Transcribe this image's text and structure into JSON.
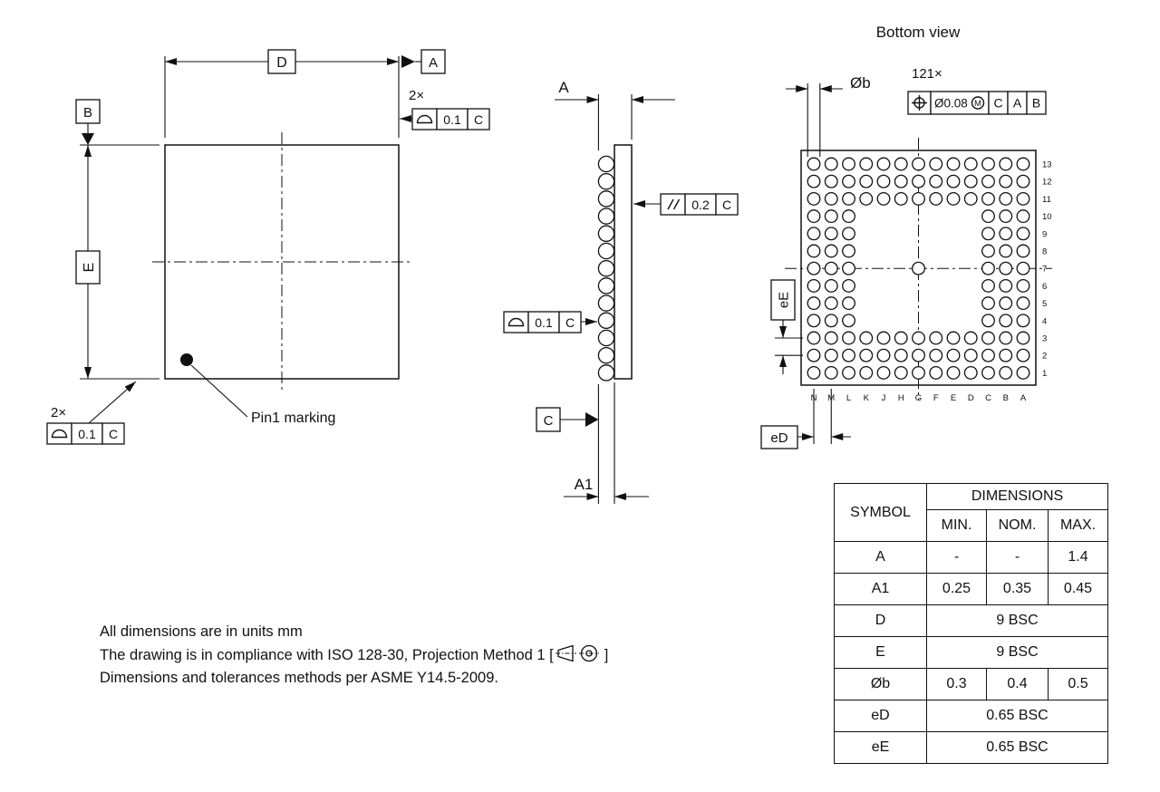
{
  "top_view": {
    "dim_d": "D",
    "dim_e": "E",
    "datum_a": "A",
    "datum_b": "B",
    "count_label_top": "2×",
    "count_label_bottom": "2×",
    "fcf_top": {
      "symbol": "profile-of-surface",
      "tolerance": "0.1",
      "datum": "C"
    },
    "fcf_bottom": {
      "symbol": "profile-of-surface",
      "tolerance": "0.1",
      "datum": "C"
    },
    "pin1_label": "Pin1 marking"
  },
  "side_view": {
    "dim_a": "A",
    "dim_a1": "A1",
    "datum_c": "C",
    "fcf_parallelism": {
      "symbol": "parallelism",
      "tolerance": "0.2",
      "datum": "C"
    },
    "fcf_profile": {
      "symbol": "profile-of-surface",
      "tolerance": "0.1",
      "datum": "C"
    },
    "ball_count": 13
  },
  "bottom_view": {
    "title": "Bottom view",
    "ball_count_label": "121×",
    "ball_diameter_label": "Øb",
    "fcf_position": {
      "symbol": "position",
      "tolerance": "Ø0.08",
      "modifier": "M",
      "datum_1": "C",
      "datum_2": "A",
      "datum_3": "B"
    },
    "pitch_vertical_label": "eE",
    "pitch_horizontal_label": "eD",
    "row_labels": [
      "13",
      "12",
      "11",
      "10",
      "9",
      "8",
      "7",
      "6",
      "5",
      "4",
      "3",
      "2",
      "1"
    ],
    "column_labels": [
      "N",
      "M",
      "L",
      "K",
      "J",
      "H",
      "G",
      "F",
      "E",
      "D",
      "C",
      "B",
      "A"
    ],
    "ball_map": [
      {
        "row": 13,
        "columns": [
          "N",
          "M",
          "L",
          "K",
          "J",
          "H",
          "G",
          "F",
          "E",
          "D",
          "C",
          "B",
          "A"
        ]
      },
      {
        "row": 12,
        "columns": [
          "N",
          "M",
          "L",
          "K",
          "J",
          "H",
          "G",
          "F",
          "E",
          "D",
          "C",
          "B",
          "A"
        ]
      },
      {
        "row": 11,
        "columns": [
          "N",
          "M",
          "L",
          "K",
          "J",
          "H",
          "G",
          "F",
          "E",
          "D",
          "C",
          "B",
          "A"
        ]
      },
      {
        "row": 10,
        "columns": [
          "N",
          "M",
          "L",
          "C",
          "B",
          "A"
        ]
      },
      {
        "row": 9,
        "columns": [
          "N",
          "M",
          "L",
          "C",
          "B",
          "A"
        ]
      },
      {
        "row": 8,
        "columns": [
          "N",
          "M",
          "L",
          "C",
          "B",
          "A"
        ]
      },
      {
        "row": 7,
        "columns": [
          "N",
          "M",
          "L",
          "G",
          "C",
          "B",
          "A"
        ]
      },
      {
        "row": 6,
        "columns": [
          "N",
          "M",
          "L",
          "C",
          "B",
          "A"
        ]
      },
      {
        "row": 5,
        "columns": [
          "N",
          "M",
          "L",
          "C",
          "B",
          "A"
        ]
      },
      {
        "row": 4,
        "columns": [
          "N",
          "M",
          "L",
          "C",
          "B",
          "A"
        ]
      },
      {
        "row": 3,
        "columns": [
          "N",
          "M",
          "L",
          "K",
          "J",
          "H",
          "G",
          "F",
          "E",
          "D",
          "C",
          "B",
          "A"
        ]
      },
      {
        "row": 2,
        "columns": [
          "N",
          "M",
          "L",
          "K",
          "J",
          "H",
          "G",
          "F",
          "E",
          "D",
          "C",
          "B",
          "A"
        ]
      },
      {
        "row": 1,
        "columns": [
          "N",
          "M",
          "L",
          "K",
          "J",
          "H",
          "G",
          "F",
          "E",
          "D",
          "C",
          "B",
          "A"
        ]
      }
    ]
  },
  "table": {
    "headers": {
      "symbol": "SYMBOL",
      "dimensions": "DIMENSIONS",
      "min": "MIN.",
      "nom": "NOM.",
      "max": "MAX."
    },
    "rows": [
      {
        "symbol": "A",
        "min": "-",
        "nom": "-",
        "max": "1.4"
      },
      {
        "symbol": "A1",
        "min": "0.25",
        "nom": "0.35",
        "max": "0.45"
      },
      {
        "symbol": "D",
        "span": "9 BSC"
      },
      {
        "symbol": "E",
        "span": "9 BSC"
      },
      {
        "symbol": "Øb",
        "min": "0.3",
        "nom": "0.4",
        "max": "0.5"
      },
      {
        "symbol": "eD",
        "span": "0.65 BSC"
      },
      {
        "symbol": "eE",
        "span": "0.65 BSC"
      }
    ]
  },
  "notes": {
    "line1": "All dimensions are in units mm",
    "line2_prefix": "The drawing is in compliance with ISO 128-30, Projection Method 1 [",
    "line2_suffix": "]",
    "line3": "Dimensions and tolerances methods per ASME Y14.5-2009."
  }
}
